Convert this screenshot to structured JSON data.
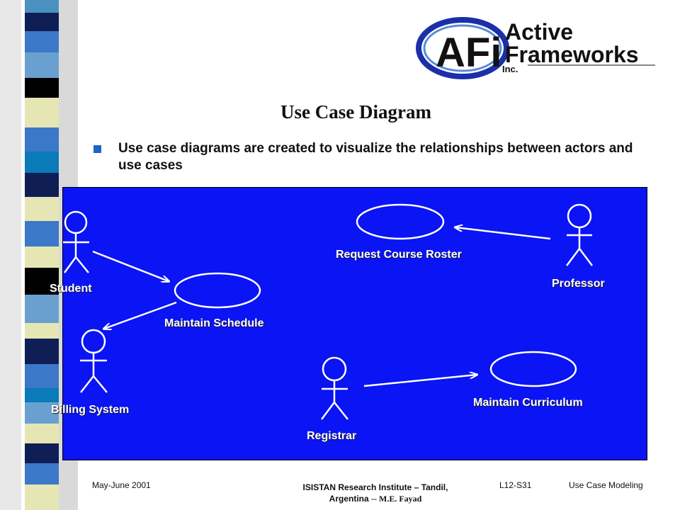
{
  "slide": {
    "title": "Use Case Diagram",
    "bullet": "Use case diagrams are created to visualize the relationships between actors and use cases"
  },
  "logo": {
    "line1": "Active",
    "line2": "Frameworks",
    "suffix": "Inc.",
    "monogram": "AFi"
  },
  "diagram": {
    "actors": {
      "student": "Student",
      "billing": "Billing System",
      "professor": "Professor",
      "registrar": "Registrar"
    },
    "usecases": {
      "roster": "Request Course Roster",
      "schedule": "Maintain Schedule",
      "curriculum": "Maintain Curriculum"
    }
  },
  "footer": {
    "date": "May-June 2001",
    "institute": "ISISTAN Research Institute – Tandil,",
    "location": "Argentina",
    "author": "-- M.E. Fayad",
    "slide_number": "L12-S31",
    "topic": "Use Case Modeling"
  },
  "colors": {
    "diagram_bg": "#0a14f5",
    "bullet": "#1e64c8",
    "logo_blue": "#1a2fa8"
  }
}
